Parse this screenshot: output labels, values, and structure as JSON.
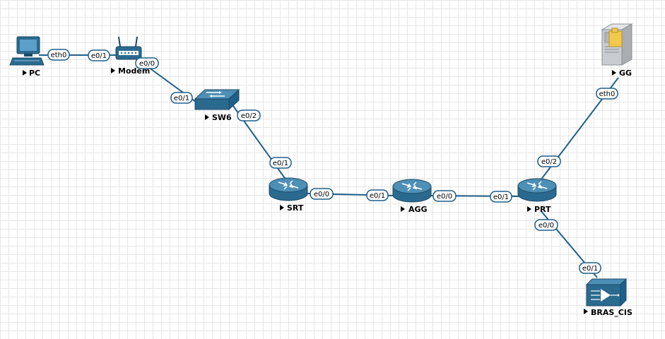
{
  "nodes": {
    "pc": {
      "label": "PC"
    },
    "modem": {
      "label": "Modem"
    },
    "sw6": {
      "label": "SW6"
    },
    "srt": {
      "label": "SRT"
    },
    "agg": {
      "label": "AGG"
    },
    "prt": {
      "label": "PRT"
    },
    "gg": {
      "label": "GG"
    },
    "bras": {
      "label": "BRAS_CIS"
    }
  },
  "ports": {
    "pc_eth0": "eth0",
    "modem_e01": "e0/1",
    "modem_e00": "e0/0",
    "sw6_e01": "e0/1",
    "sw6_e02": "e0/2",
    "srt_e01": "e0/1",
    "srt_e00": "e0/0",
    "agg_e01": "e0/1",
    "agg_e00": "e0/0",
    "prt_e01": "e0/1",
    "prt_e02": "e0/2",
    "prt_e00": "e0/0",
    "gg_eth0": "eth0",
    "bras_e01": "e0/1"
  },
  "colors": {
    "link": "#1f5f8b",
    "device_body": "#2b6a8f",
    "device_top": "#4d8fb5",
    "server_body": "#c9ccd0",
    "folder": "#f2c94c"
  },
  "icons": {
    "pc": "desktop-computer-icon",
    "modem": "modem-icon",
    "sw6": "switch-icon",
    "router": "router-icon",
    "gg": "server-icon",
    "bras": "bras-appliance-icon"
  }
}
